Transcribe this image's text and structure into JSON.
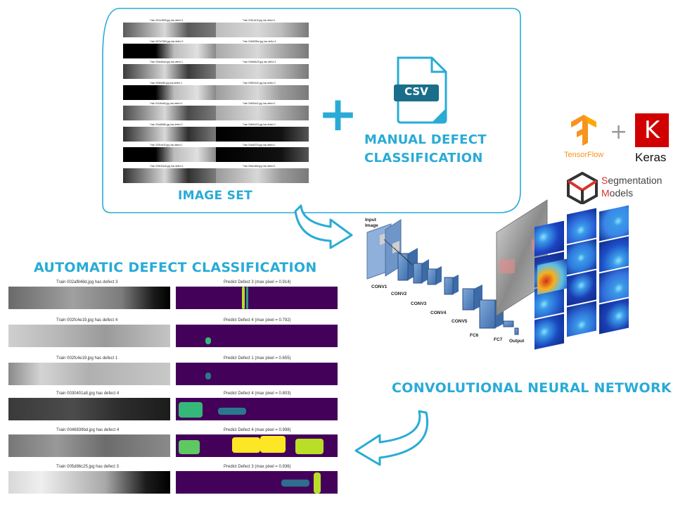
{
  "image_set": {
    "label": "IMAGE SET",
    "left_titles": [
      "Train 0001c9998.jpg has defect 3",
      "Train 0007e7566.jpg has defect 3",
      "Train 000a4bcdd.jpg has defect 1",
      "Train 000f6bf48.jpg has defect 4",
      "Train 0014fce06.jpg has defect 3",
      "Train 002af848d.jpg has defect 3",
      "Train 002fc4e19.jpg has defect 1",
      "Train 0030401a5.jpg has defect 4"
    ],
    "right_titles": [
      "Train 002fc4e19.jpg has defect 4",
      "Train 0046839bd.jpg has defect 4",
      "Train 005d86c25.jpg has defect 3",
      "Train 005f02e20.jpg has defect 3",
      "Train 006f39c41.jpg has defect 3",
      "Train 008ef3d74.jpg has defect 3",
      "Train 00ac8372f.jpg has defect 1",
      "Train 00bbcd9af.jpg has defect 3"
    ]
  },
  "csv": {
    "label": "CSV"
  },
  "plus": "+",
  "manual": {
    "line1": "MANUAL DEFECT",
    "line2": "CLASSIFICATION"
  },
  "logos": {
    "tensorflow": "TensorFlow",
    "keras_letter": "K",
    "keras": "Keras",
    "plus": "+",
    "segmentation_s": "S",
    "segmentation_rest": "egmentation",
    "models_m": "M",
    "models_rest": "odels"
  },
  "cnn": {
    "heading": "CONVOLUTIONAL NEURAL NETWORK",
    "input_line1": "Input",
    "input_line2": "Image",
    "layers": [
      "CONV1",
      "CONV2",
      "CONV3",
      "CONV4",
      "CONV5",
      "FC6",
      "FC7",
      "Output"
    ]
  },
  "adc": {
    "heading": "AUTOMATIC DEFECT CLASSIFICATION",
    "rows": [
      {
        "train": "Train 002af848d.jpg  has defect  3",
        "predict": "Predict Defect 3  (max pixel = 0.914)"
      },
      {
        "train": "Train 002fc4e19.jpg  has defect  4",
        "predict": "Predict Defect 4  (max pixel = 0.792)"
      },
      {
        "train": "Train 002fc4e19.jpg  has defect  1",
        "predict": "Predict Defect 1  (max pixel = 0.655)"
      },
      {
        "train": "Train 0030401a5.jpg  has defect  4",
        "predict": "Predict Defect 4  (max pixel = 0.803)"
      },
      {
        "train": "Train 0046839bd.jpg  has defect  4",
        "predict": "Predict Defect 4  (max pixel = 0.998)"
      },
      {
        "train": "Train 005d86c25.jpg  has defect  3",
        "predict": "Predict Defect 3  (max pixel = 0.936)"
      }
    ]
  },
  "colors": {
    "accent": "#29abd6",
    "tensorflow_orange": "#f7931e",
    "keras_red": "#d00000",
    "segmentation_red": "#d9342b",
    "viridis_dark": "#44015a"
  }
}
